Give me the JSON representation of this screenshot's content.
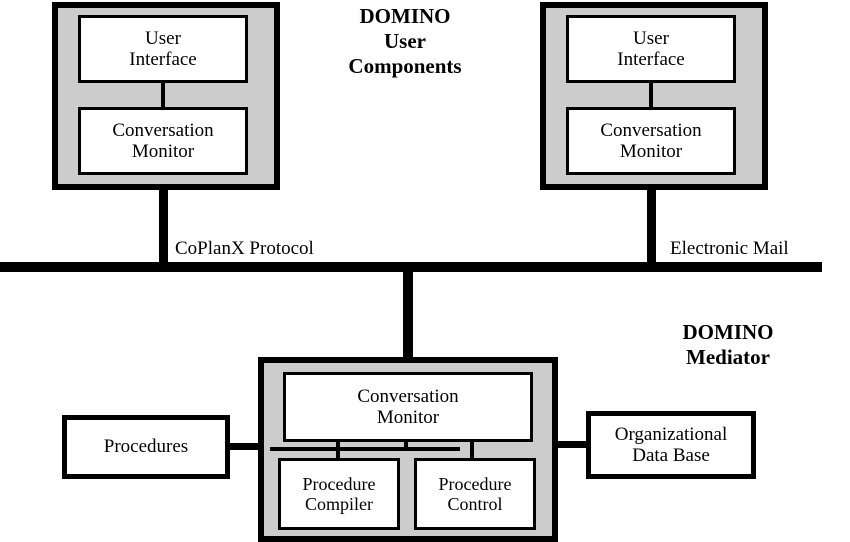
{
  "diagram": {
    "title_user_components": "DOMINO\nUser\nComponents",
    "title_mediator": "DOMINO\nMediator",
    "bus": {
      "left_label": "CoPlanX Protocol",
      "right_label": "Electronic Mail"
    },
    "user_component_left": {
      "user_interface": "User\nInterface",
      "conversation_monitor": "Conversation\nMonitor"
    },
    "user_component_right": {
      "user_interface": "User\nInterface",
      "conversation_monitor": "Conversation\nMonitor"
    },
    "mediator": {
      "conversation_monitor": "Conversation\nMonitor",
      "procedure_compiler": "Procedure\nCompiler",
      "procedure_control": "Procedure\nControl"
    },
    "side_stores": {
      "procedures": "Procedures",
      "organizational_data_base": "Organizational\nData Base"
    },
    "colors": {
      "shell_fill": "#cccccc",
      "box_fill": "#ffffff",
      "line": "#000000",
      "background": "#ffffff"
    }
  }
}
